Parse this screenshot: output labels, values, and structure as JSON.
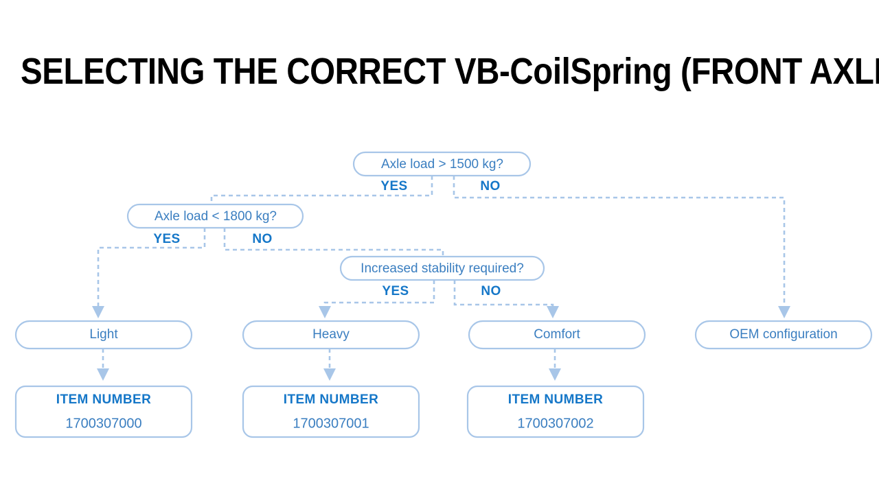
{
  "page": {
    "title": "SELECTING THE CORRECT VB-CoilSpring (FRONT AXLE)",
    "background_color": "#ffffff"
  },
  "colors": {
    "title_text": "#000000",
    "node_border": "#a8c6e8",
    "node_text": "#3a7ec0",
    "branch_label": "#1577c8",
    "connector": "#a8c6e8",
    "item_number_label": "#1577c8",
    "item_number_value": "#3a7ec0"
  },
  "flowchart": {
    "type": "decision-tree",
    "decisions": [
      {
        "id": "decision-axle-load-1500",
        "label": "Axle load > 1500 kg?",
        "yes_label": "YES",
        "no_label": "NO",
        "yes_target": "decision-axle-load-1800",
        "no_target": "outcome-oem-configuration"
      },
      {
        "id": "decision-axle-load-1800",
        "label": "Axle load < 1800 kg?",
        "yes_label": "YES",
        "no_label": "NO",
        "yes_target": "outcome-light",
        "no_target": "decision-increased-stability"
      },
      {
        "id": "decision-increased-stability",
        "label": "Increased stability required?",
        "yes_label": "YES",
        "no_label": "NO",
        "yes_target": "outcome-heavy",
        "no_target": "outcome-comfort"
      }
    ],
    "outcomes": [
      {
        "id": "outcome-light",
        "label": "Light",
        "item_number_label": "ITEM NUMBER",
        "item_number": "1700307000"
      },
      {
        "id": "outcome-heavy",
        "label": "Heavy",
        "item_number_label": "ITEM NUMBER",
        "item_number": "1700307001"
      },
      {
        "id": "outcome-comfort",
        "label": "Comfort",
        "item_number_label": "ITEM NUMBER",
        "item_number": "1700307002"
      },
      {
        "id": "outcome-oem",
        "label": "OEM configuration",
        "item_number_label": "",
        "item_number": ""
      }
    ]
  }
}
